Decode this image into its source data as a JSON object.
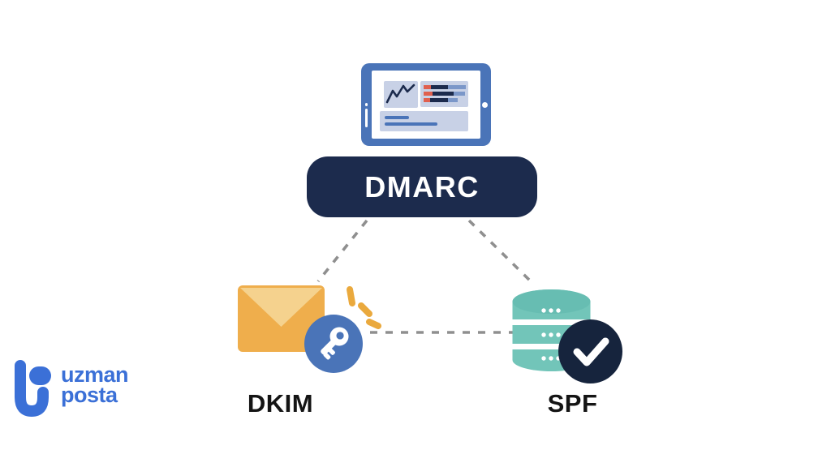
{
  "diagram": {
    "nodes": {
      "dmarc": {
        "label": "DMARC"
      },
      "dkim": {
        "label": "DKIM"
      },
      "spf": {
        "label": "SPF"
      }
    },
    "connections": [
      {
        "from": "dmarc",
        "to": "dkim",
        "style": "dashed"
      },
      {
        "from": "dmarc",
        "to": "spf",
        "style": "dashed"
      },
      {
        "from": "dkim",
        "to": "spf",
        "style": "dashed"
      }
    ],
    "icons": [
      "tablet-report-icon",
      "line-chart-icon",
      "bar-list-icon",
      "envelope-icon",
      "key-icon",
      "sparkle-icon",
      "database-icon",
      "checkmark-icon"
    ]
  },
  "logo": {
    "line1": "uzman",
    "line2": "posta"
  },
  "colors": {
    "navy_badge": "#1c2b4d",
    "navy_circle": "#16243d",
    "blue": "#4a74b8",
    "panel_light": "#c8d1e6",
    "teal": "#72c5b9",
    "envelope_body": "#efae4c",
    "envelope_flap": "#f5d28e",
    "sparkle_orange": "#eaa93d",
    "bar_red": "#e0604f",
    "dash_gray": "#8f8f8f",
    "logo_blue": "#3b70d7",
    "label_dark": "#141414"
  }
}
